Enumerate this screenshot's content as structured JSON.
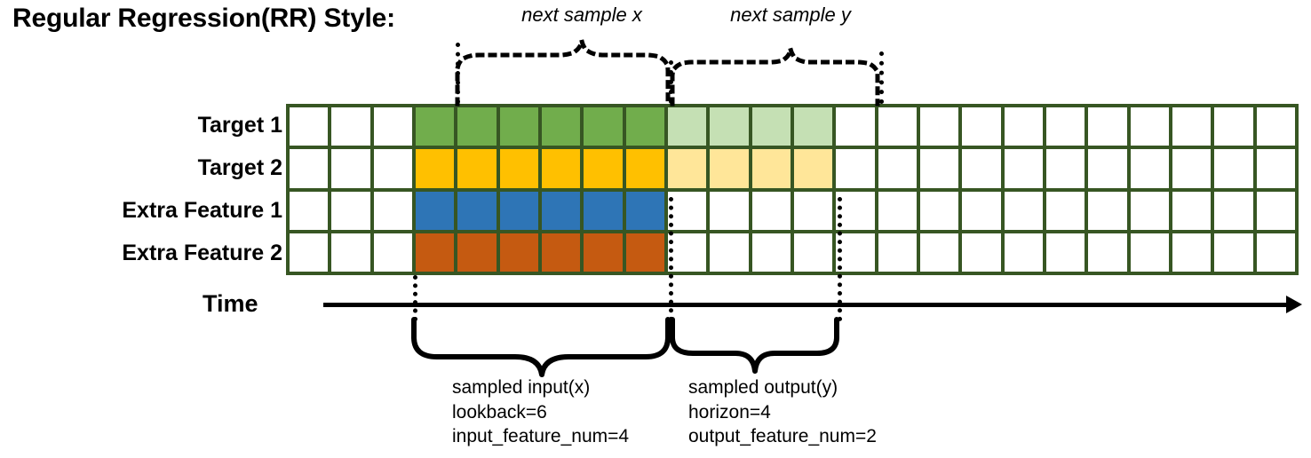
{
  "title": "Regular Regression(RR) Style:",
  "rows": [
    {
      "label": "Target 1",
      "color": "#71ad4c",
      "light_color": "#c5e0b4"
    },
    {
      "label": "Target 2",
      "color": "#ffc000",
      "light_color": "#ffe699"
    },
    {
      "label": "Extra Feature 1",
      "color": "#2e75b6",
      "light_color": null
    },
    {
      "label": "Extra Feature 2",
      "color": "#c55a11",
      "light_color": null
    }
  ],
  "grid": {
    "columns": 24,
    "rows": 4,
    "border_color": "#375623",
    "empty_color": "#ffffff",
    "input_start_col": 3,
    "input_end_col": 9,
    "output_start_col": 9,
    "output_end_col": 13
  },
  "axis": {
    "label": "Time"
  },
  "annotations_top": [
    {
      "text": "next sample x"
    },
    {
      "text": "next sample y"
    }
  ],
  "annotations_bottom": [
    {
      "title": "sampled input(x)",
      "line2": "lookback=6",
      "line3": "input_feature_num=4"
    },
    {
      "title": "sampled output(y)",
      "line2": "horizon=4",
      "line3": "output_feature_num=2"
    }
  ],
  "chart_data": {
    "type": "table",
    "title": "Regular Regression(RR) Style:",
    "categories": [
      "Target 1",
      "Target 2",
      "Extra Feature 1",
      "Extra Feature 2"
    ],
    "total_timesteps": 24,
    "lookback": 6,
    "horizon": 4,
    "input_feature_num": 4,
    "output_feature_num": 2,
    "input_window_cols": [
      3,
      4,
      5,
      6,
      7,
      8
    ],
    "output_window_cols": [
      9,
      10,
      11,
      12
    ],
    "series": [
      {
        "name": "Target 1",
        "filled_input": [
          3,
          4,
          5,
          6,
          7,
          8
        ],
        "filled_output": [
          9,
          10,
          11,
          12
        ]
      },
      {
        "name": "Target 2",
        "filled_input": [
          3,
          4,
          5,
          6,
          7,
          8
        ],
        "filled_output": [
          9,
          10,
          11,
          12
        ]
      },
      {
        "name": "Extra Feature 1",
        "filled_input": [
          3,
          4,
          5,
          6,
          7,
          8
        ],
        "filled_output": []
      },
      {
        "name": "Extra Feature 2",
        "filled_input": [
          3,
          4,
          5,
          6,
          7,
          8
        ],
        "filled_output": []
      }
    ]
  }
}
